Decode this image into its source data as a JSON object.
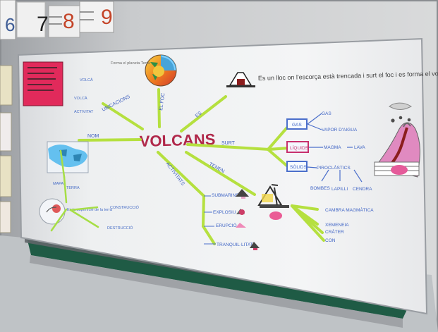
{
  "poster": {
    "title": "VOLCANS",
    "center_note": "Es un lloc on l'escorça està trencada i surt el foc i es forma el volcà",
    "earth_note": "Forma el planeta Terra",
    "branches": {
      "left": "NOM",
      "up_left": "UBICACIONS",
      "up": "EL FOC",
      "right_upper": "ES",
      "right_middle": "SURT",
      "down_right": "TENEN",
      "down_left": "ACTIVITATS"
    },
    "surt_nodes": [
      "GAS",
      "LÍQUIDS",
      "SÒLIDS"
    ],
    "surt_details": [
      "GAS",
      "VAPOR D'AIGUA",
      "MAGMA",
      "LAVA",
      "PIROCLÀSTICS"
    ],
    "piroclast_items": [
      "BOMBES",
      "LAPILLI",
      "CENDRA"
    ],
    "tenen_items": [
      "CAMBRA MAGMÀTICA",
      "XEMENEIA",
      "CRÀTER",
      "CON"
    ],
    "activity_items": [
      "SUBMARINS",
      "EXPLOSIU",
      "ERUPCIÓ",
      "TRANQUIL·LITAT"
    ],
    "left_labels": [
      "VOLCÀ",
      "VOLCÀ",
      "ACTIVITAT",
      "TERRA"
    ],
    "lower_left_labels": [
      "Es la superfície de la terra",
      "CONSTRUCCIÓ",
      "DESTRUCCIÓ",
      "MAPA"
    ]
  },
  "wall_cards": [
    "6",
    "7",
    "8",
    "9"
  ],
  "colors": {
    "wall": "#c9cbcd",
    "poster": "#ececec",
    "board": "#1f5b45",
    "title": "#b0284a",
    "branch_green": "#b5e03f",
    "blue_ink": "#4b6fcb",
    "magenta_ink": "#c8306d",
    "sticky": "#e12a5b"
  }
}
